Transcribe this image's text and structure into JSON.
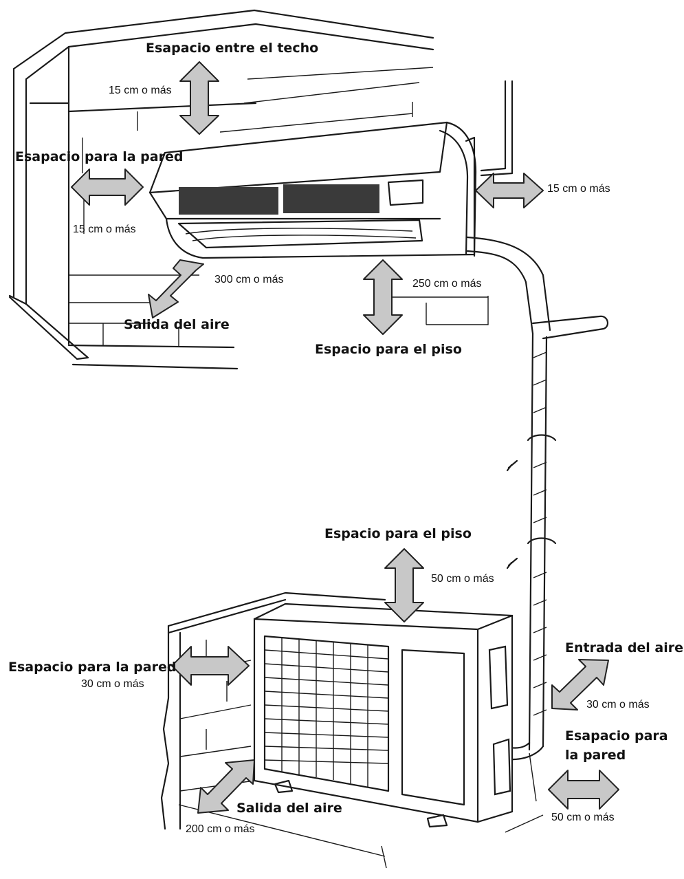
{
  "labels": {
    "ceiling_space": "Esapacio entre el techo",
    "ceiling_dist": "15 cm o más",
    "indoor_wall_space": "Esapacio para la pared",
    "indoor_wall_dist": "15 cm o más",
    "right_side_dist": "15 cm o más",
    "air_outlet_dist": "300 cm o más",
    "indoor_air_outlet": "Salida del aire",
    "indoor_floor_dist": "250 cm o más",
    "indoor_floor_space": "Espacio para el piso",
    "outdoor_top_space": "Espacio para el piso",
    "outdoor_top_dist": "50 cm o más",
    "outdoor_left_wall_space": "Esapacio para la pared",
    "outdoor_left_wall_dist": "30 cm o más",
    "air_inlet": "Entrada del aire",
    "air_inlet_dist": "30 cm o más",
    "outdoor_right_wall_space_1": "Esapacio para",
    "outdoor_right_wall_space_2": "la pared",
    "outdoor_right_wall_dist": "50 cm o más",
    "outdoor_air_outlet": "Salida del aire",
    "outdoor_air_outlet_dist": "200 cm o más"
  },
  "colors": {
    "arrow_fill": "#c8c8c8",
    "line": "#1a1a1a"
  }
}
